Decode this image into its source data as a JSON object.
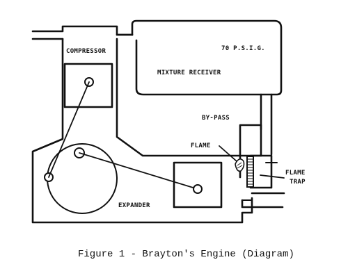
{
  "diagram": {
    "labels": {
      "compressor": "COMPRESSOR",
      "pressure": "70 P.S.I.G.",
      "mixture_receiver": "MIXTURE RECEIVER",
      "bypass": "BY-PASS",
      "flame": "FLAME",
      "flame_trap_line1": "FLAME",
      "flame_trap_line2": "TRAP",
      "expander": "EXPANDER"
    },
    "caption": "Figure 1 - Brayton's Engine (Diagram)"
  }
}
